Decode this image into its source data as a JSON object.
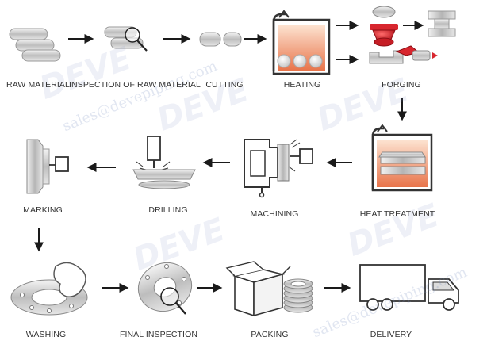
{
  "steps": {
    "raw_material": "RAW MATERIAL",
    "inspection_raw": "INSPECTION OF RAW MATERIAL",
    "cutting": "CUTTING",
    "heating": "HEATING",
    "forging": "FORGING",
    "heat_treatment": "HEAT TREATMENT",
    "machining": "MACHINING",
    "drilling": "DRILLING",
    "marking": "MARKING",
    "washing": "WASHING",
    "final_inspection": "FINAL INSPECTION",
    "packing": "PACKING",
    "delivery": "DELIVERY"
  },
  "watermark": {
    "brand": "DEVE",
    "email": "sales@devepiping.com"
  },
  "colors": {
    "heat_orange": "#e8744a",
    "forging_red": "#d8262e",
    "arrow": "#1a1a1a",
    "outline": "#333333"
  }
}
